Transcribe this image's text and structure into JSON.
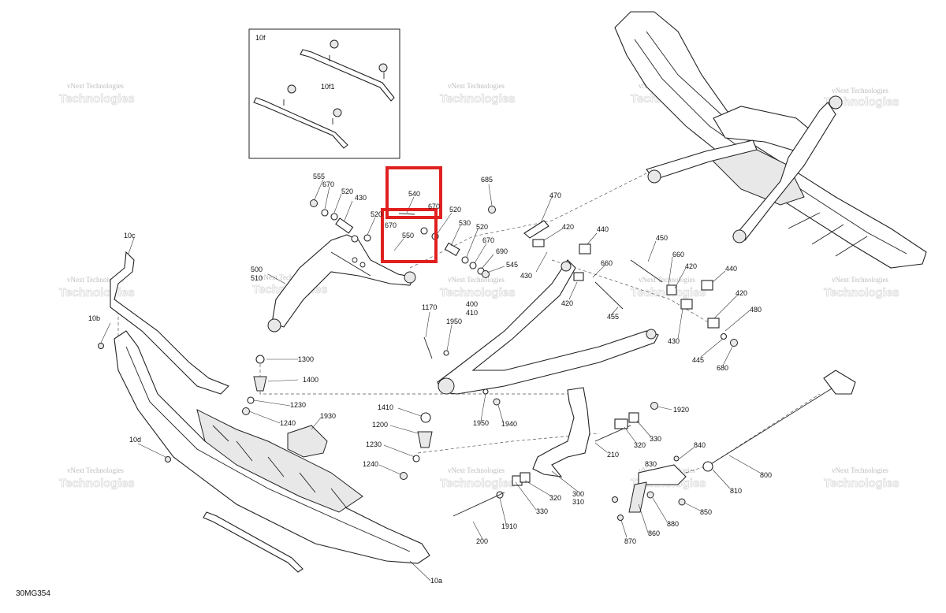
{
  "diagram_code": "30MG354",
  "watermark": {
    "line1": "vNext Technologies",
    "line2": "Technologies"
  },
  "inset": {
    "label_main": "10f",
    "label_sub": "10f1"
  },
  "highlight_color": "#e02020",
  "callouts": {
    "c555": "555",
    "c670a": "670",
    "c520a": "520",
    "c430a": "430",
    "c520b": "520",
    "c670b": "670",
    "c540": "540",
    "c670c": "670",
    "c550": "550",
    "c520c": "520",
    "c530": "530",
    "c520d": "520",
    "c670d": "670",
    "c690": "690",
    "c545": "545",
    "c685": "685",
    "c470": "470",
    "c420a": "420",
    "c440a": "440",
    "c450": "450",
    "c660a": "660",
    "c420b": "420",
    "c660b": "660",
    "c440b": "440",
    "c420c": "420",
    "c480": "480",
    "c430b": "430",
    "c445": "445",
    "c680": "680",
    "c430c": "430",
    "c420d": "420",
    "c455": "455",
    "c400": "400",
    "c410": "410",
    "c500": "500",
    "c510": "510",
    "c10c": "10c",
    "c10b": "10b",
    "c10d": "10d",
    "c10a": "10a",
    "c1170": "1170",
    "c1950a": "1950",
    "c1300": "1300",
    "c1400": "1400",
    "c1230a": "1230",
    "c1240a": "1240",
    "c1930": "1930",
    "c1410": "1410",
    "c1200": "1200",
    "c1230b": "1230",
    "c1240b": "1240",
    "c1950b": "1950",
    "c1940": "1940",
    "c1920": "1920",
    "c330a": "330",
    "c320a": "320",
    "c210": "210",
    "c300": "300",
    "c310": "310",
    "c320b": "320",
    "c330b": "330",
    "c1910": "1910",
    "c200": "200",
    "c840": "840",
    "c830": "830",
    "c800": "800",
    "c810": "810",
    "c850": "850",
    "c880": "880",
    "c860": "860",
    "c870": "870"
  }
}
